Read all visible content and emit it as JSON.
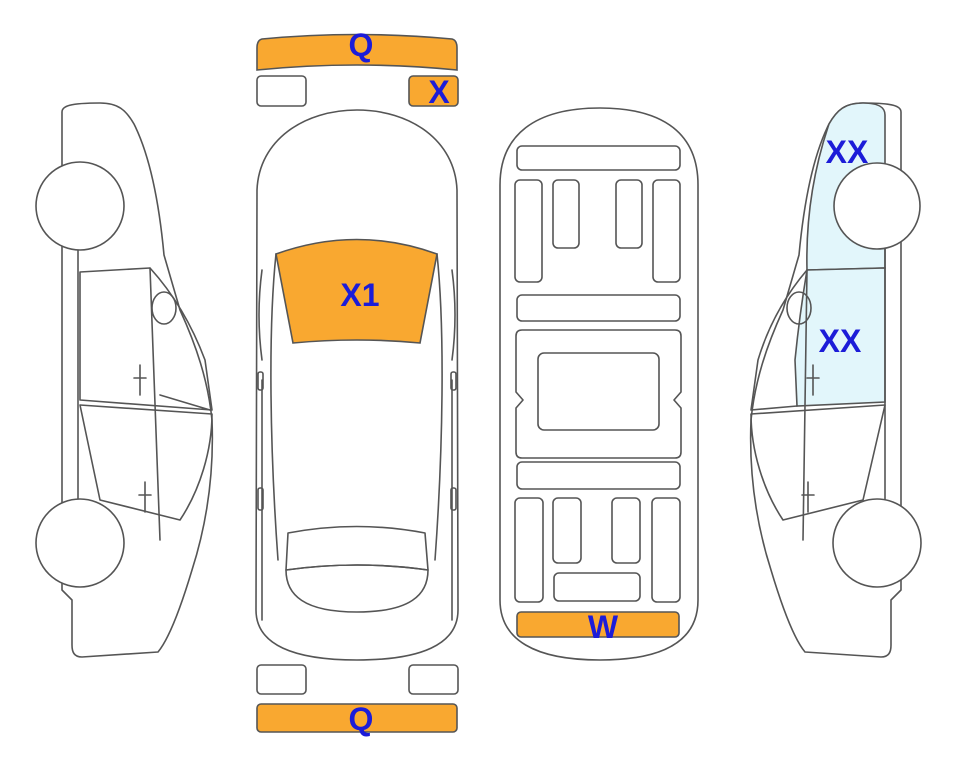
{
  "colors": {
    "damage_orange": "#f9a830",
    "damage_light_blue": "#e2f6fb",
    "label_blue": "#1c1cd8",
    "outline_gray": "#555555"
  },
  "marks": {
    "front_bumper": "Q",
    "front_right_lamp": "X",
    "windshield": "X1",
    "rear_bumper_underbody": "W",
    "right_front_fender": "XX",
    "right_front_door": "XX",
    "rear_bumper": "Q"
  }
}
